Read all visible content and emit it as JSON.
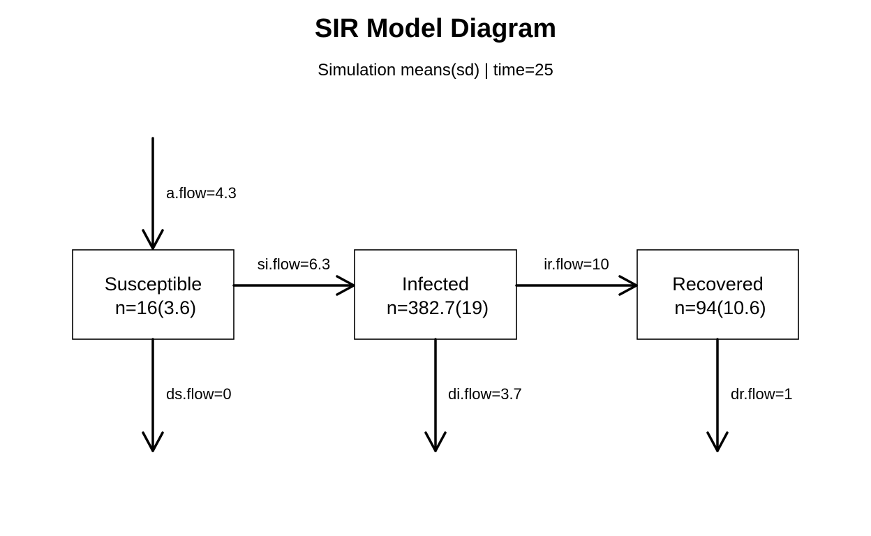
{
  "title": "SIR Model Diagram",
  "subtitle": "Simulation means(sd) | time=25",
  "compartments": [
    {
      "id": "susceptible",
      "name": "Susceptible",
      "count": "n=16(3.6)"
    },
    {
      "id": "infected",
      "name": "Infected",
      "count": "n=382.7(19)"
    },
    {
      "id": "recovered",
      "name": "Recovered",
      "count": "n=94(10.6)"
    }
  ],
  "flows": {
    "arrival": "a.flow=4.3",
    "susceptible_to_infected": "si.flow=6.3",
    "infected_to_recovered": "ir.flow=10",
    "susceptible_departure": "ds.flow=0",
    "infected_departure": "di.flow=3.7",
    "recovered_departure": "dr.flow=1"
  }
}
